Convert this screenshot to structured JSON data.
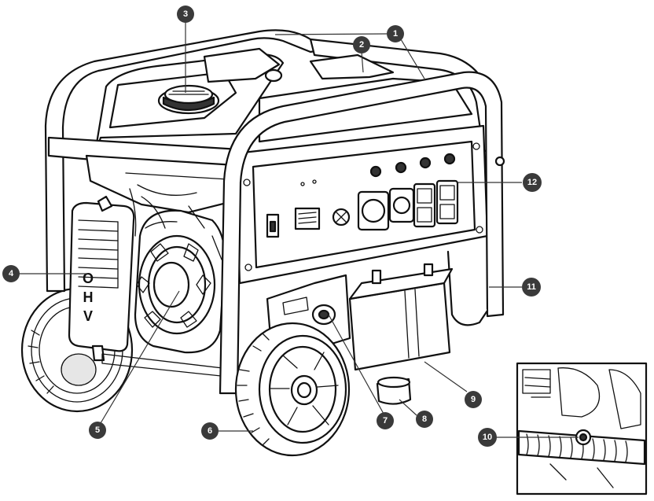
{
  "logo_text": [
    "O",
    "H",
    "V"
  ],
  "callouts": [
    {
      "id": "1",
      "label": "1"
    },
    {
      "id": "2",
      "label": "2"
    },
    {
      "id": "3",
      "label": "3"
    },
    {
      "id": "4",
      "label": "4"
    },
    {
      "id": "5",
      "label": "5"
    },
    {
      "id": "6",
      "label": "6"
    },
    {
      "id": "7",
      "label": "7"
    },
    {
      "id": "8",
      "label": "8"
    },
    {
      "id": "9",
      "label": "9"
    },
    {
      "id": "10",
      "label": "10"
    },
    {
      "id": "11",
      "label": "11"
    },
    {
      "id": "12",
      "label": "12"
    }
  ],
  "colors": {
    "line": "#111111",
    "callout": "#3a3a3a",
    "background": "#ffffff"
  }
}
